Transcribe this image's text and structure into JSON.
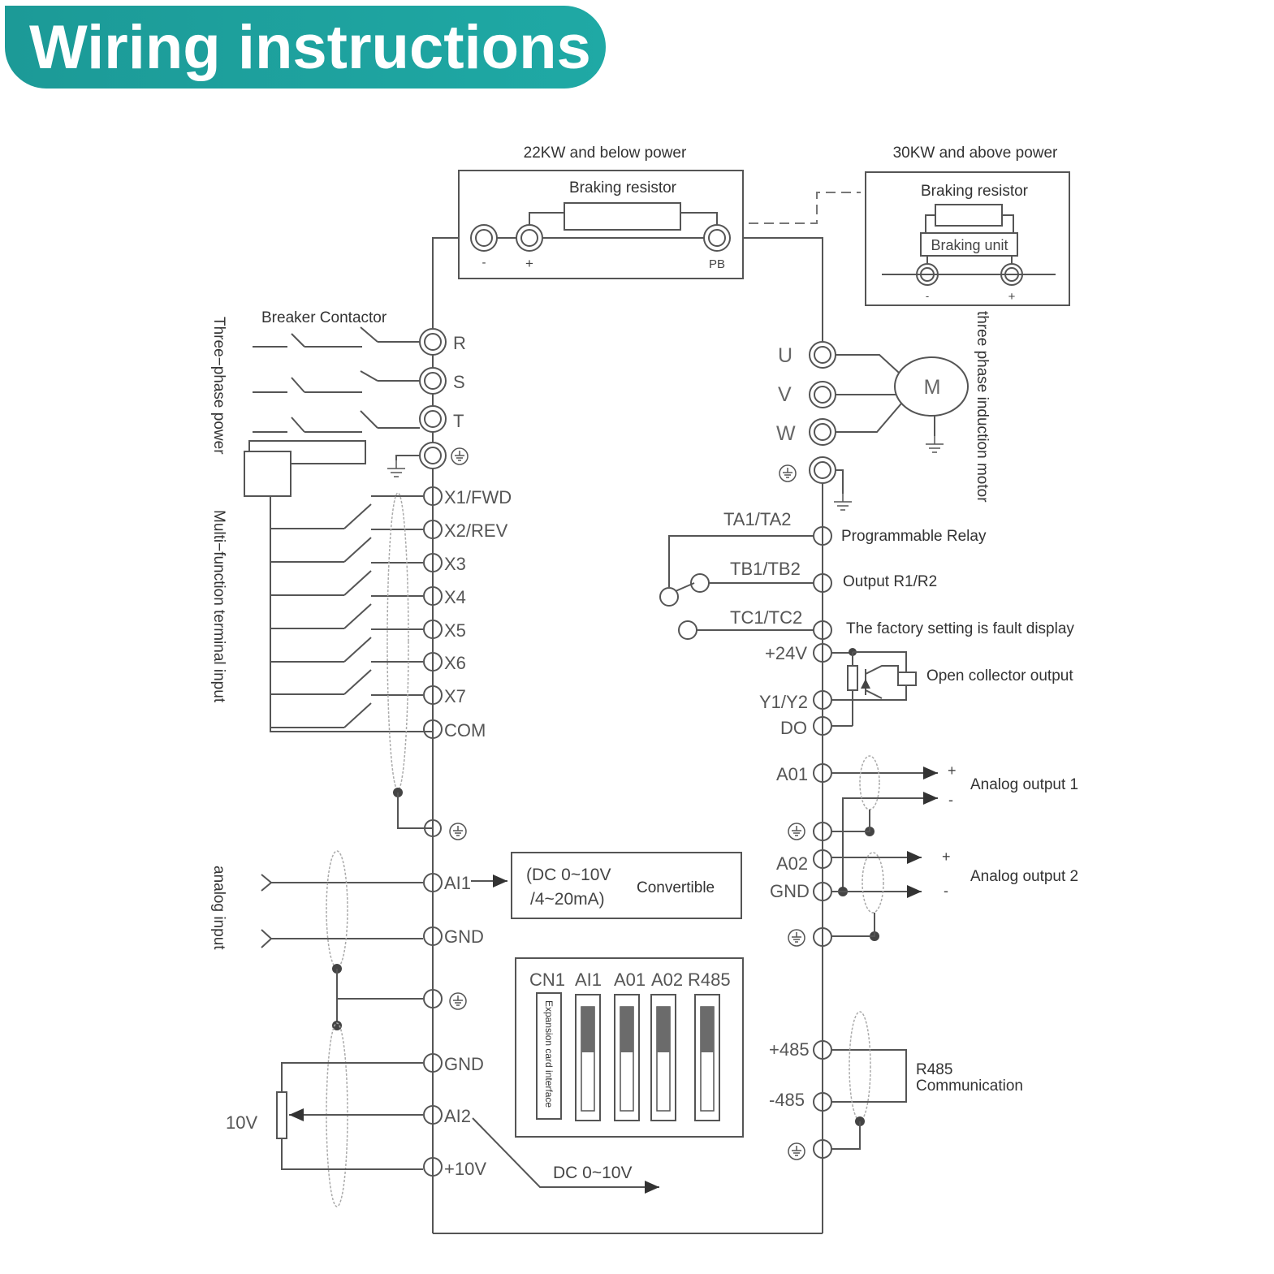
{
  "title": "Wiring instructions",
  "power_sections": {
    "small": {
      "heading": "22KW and below power",
      "resistor": "Braking resistor",
      "minus": "-",
      "plus": "+",
      "pb": "PB"
    },
    "large": {
      "heading": "30KW and above power",
      "resistor": "Braking resistor",
      "unit": "Braking unit",
      "minus": "-",
      "plus": "+"
    }
  },
  "side_labels": {
    "three_phase_power": "Three−phase power",
    "multi_function": "Multi−function terminal input",
    "analog_input": "analog input",
    "motor": "three phase induction motor"
  },
  "breaker_contactor": "Breaker  Contactor",
  "input_terminals": [
    "R",
    "S",
    "T"
  ],
  "digital_inputs": [
    "X1/FWD",
    "X2/REV",
    "X3",
    "X4",
    "X5",
    "X6",
    "X7",
    "COM"
  ],
  "analog_terminals": {
    "ai1": "AI1",
    "gnd1": "GND",
    "gnd2": "GND",
    "ai2": "AI2",
    "v10": "+10V",
    "pot_label": "10V"
  },
  "ai1_box": {
    "line1": "(DC 0~10V",
    "line2": "/4~20mA)",
    "note": "Convertible"
  },
  "ai2_note": "DC 0~10V",
  "output_terminals": [
    "U",
    "V",
    "W"
  ],
  "motor_symbol": "M",
  "relay": {
    "ta": "TA1/TA2",
    "tb": "TB1/TB2",
    "tc": "TC1/TC2",
    "desc1": "Programmable Relay",
    "desc2": "Output R1/R2",
    "desc3": "The factory setting is fault display"
  },
  "open_collector": {
    "v24": "+24V",
    "y": "Y1/Y2",
    "do": "DO",
    "desc": "Open collector output"
  },
  "analog_outputs": {
    "a01": "A01",
    "a02": "A02",
    "gnd": "GND",
    "desc1": "Analog output 1",
    "desc2": "Analog output 2",
    "plus": "+",
    "minus": "-"
  },
  "rs485": {
    "plus": "+485",
    "minus": "-485",
    "desc1": "R485",
    "desc2": "Communication"
  },
  "dip": {
    "headers": [
      "CN1",
      "AI1",
      "A01",
      "A02",
      "R485"
    ],
    "expansion": "Expansion card interface"
  }
}
